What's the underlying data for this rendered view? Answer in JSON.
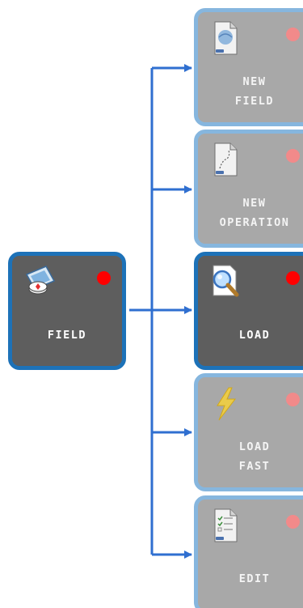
{
  "colors": {
    "connector": "#2f6fd0",
    "active_border": "#1d72b8",
    "inactive_border": "#86b6de",
    "active_tile_bg": "#5e5e5e",
    "inactive_tile_bg": "#a8a8a8",
    "active_dot": "#ff0000",
    "inactive_dot": "#f28a8a"
  },
  "source_node": {
    "label": "FIELD",
    "icon": "field-compass-icon",
    "status": "red-dot"
  },
  "options": [
    {
      "label": "NEW\nFIELD",
      "icon": "new-field-document-icon",
      "status": "red-dot",
      "active": false
    },
    {
      "label": "NEW\nOPERATION",
      "icon": "new-operation-document-icon",
      "status": "red-dot",
      "active": false
    },
    {
      "label": "LOAD",
      "icon": "load-magnifier-icon",
      "status": "red-dot",
      "active": true
    },
    {
      "label": "LOAD\nFAST",
      "icon": "lightning-bolt-icon",
      "status": "red-dot",
      "active": false
    },
    {
      "label": "EDIT",
      "icon": "edit-checklist-icon",
      "status": "red-dot",
      "active": false
    }
  ]
}
